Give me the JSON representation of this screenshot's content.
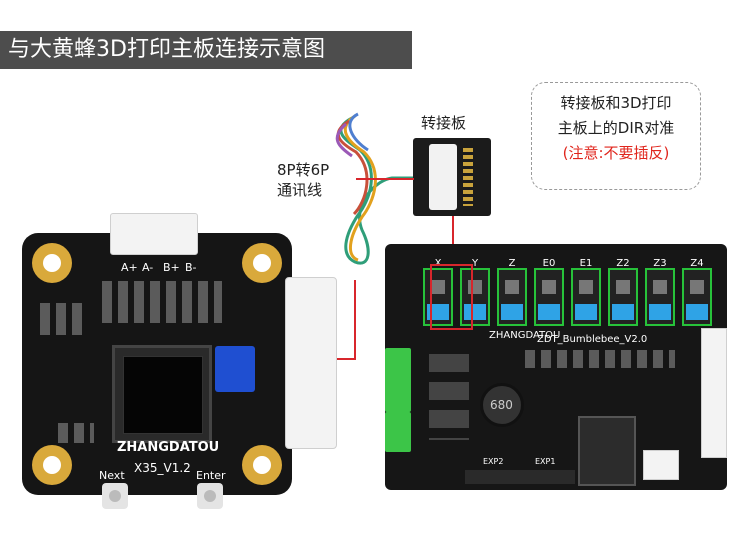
{
  "title": "与大黄蜂3D打印主板连接示意图",
  "cable_label": {
    "line1": "8P转6P",
    "line2": "通讯线"
  },
  "adapter_label": "转接板",
  "note": {
    "line1": "转接板和3D打印",
    "line2": "主板上的DIR对准",
    "warning": "(注意:不要插反)"
  },
  "display_board": {
    "pins": [
      "A+",
      "A-",
      "B+",
      "B-"
    ],
    "brand": "ZHANGDATOU",
    "model": "X35_V1.2",
    "buttons": [
      "Next",
      "Enter"
    ]
  },
  "main_board": {
    "axes": [
      "X",
      "Y",
      "Z",
      "E0",
      "E1",
      "Z2",
      "Z3",
      "Z4"
    ],
    "brand": "ZHANGDATOU",
    "model": "ZDT_Bumblebee_V2.0",
    "inductor_marking": "680",
    "exp_labels": [
      "EXP2",
      "EXP1"
    ]
  },
  "colors": {
    "highlight": "#d8262c",
    "title_bg": "#4d4d4d",
    "warning": "#e0261d"
  }
}
